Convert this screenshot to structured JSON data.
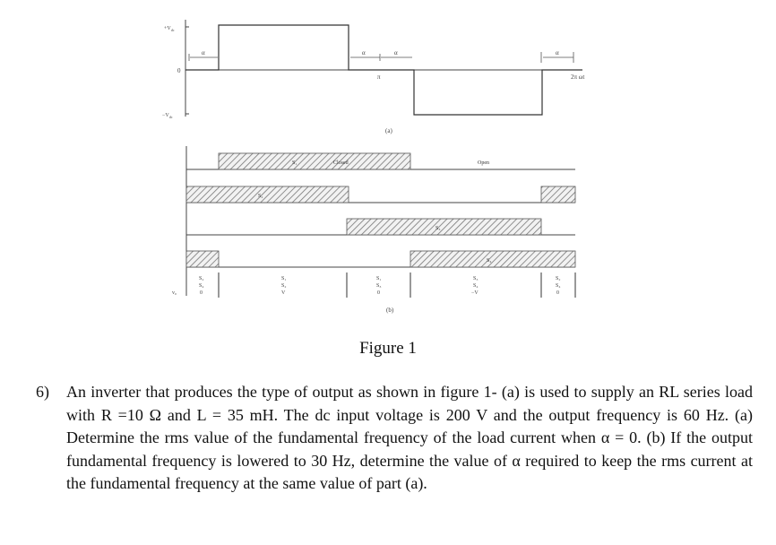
{
  "figure": {
    "panel_a": {
      "y_labels": {
        "pos": "+V",
        "pos_sub": "dc",
        "zero": "0",
        "neg": "−V",
        "neg_sub": "dc"
      },
      "alpha": "α",
      "pi": "π",
      "two_pi_omega_t": "2π  ωt",
      "label": "(a)"
    },
    "panel_b": {
      "s1_label": "S₁",
      "closed_label": "Closed",
      "open_label": "Open",
      "s2_label": "S₂",
      "s3_label": "S₃",
      "s4_label": "S₄",
      "vo_label": "v₀",
      "state_columns": [
        {
          "l1": "S₂",
          "l2": "S₄",
          "l3": "0"
        },
        {
          "l1": "S₁",
          "l2": "S₂",
          "l3": "V"
        },
        {
          "l1": "S₁",
          "l2": "S₃",
          "l3": "0"
        },
        {
          "l1": "S₃",
          "l2": "S₄",
          "l3": "−V"
        },
        {
          "l1": "S₂",
          "l2": "S₄",
          "l3": "0"
        }
      ],
      "label": "(b)"
    }
  },
  "caption": "Figure 1",
  "problem": {
    "number": "6)",
    "text": "An inverter that produces the type of output  as shown in figure 1- (a) is used to supply an RL series load with R =10 Ω and L = 35 mH. The dc input voltage is 200 V and the output frequency is 60 Hz. (a) Determine the rms value of the fundamental frequency of the load current when α = 0. (b) If the output fundamental frequency is lowered to 30 Hz, determine the value of α required to keep the rms current at the fundamental frequency at the same value of part (a)."
  }
}
